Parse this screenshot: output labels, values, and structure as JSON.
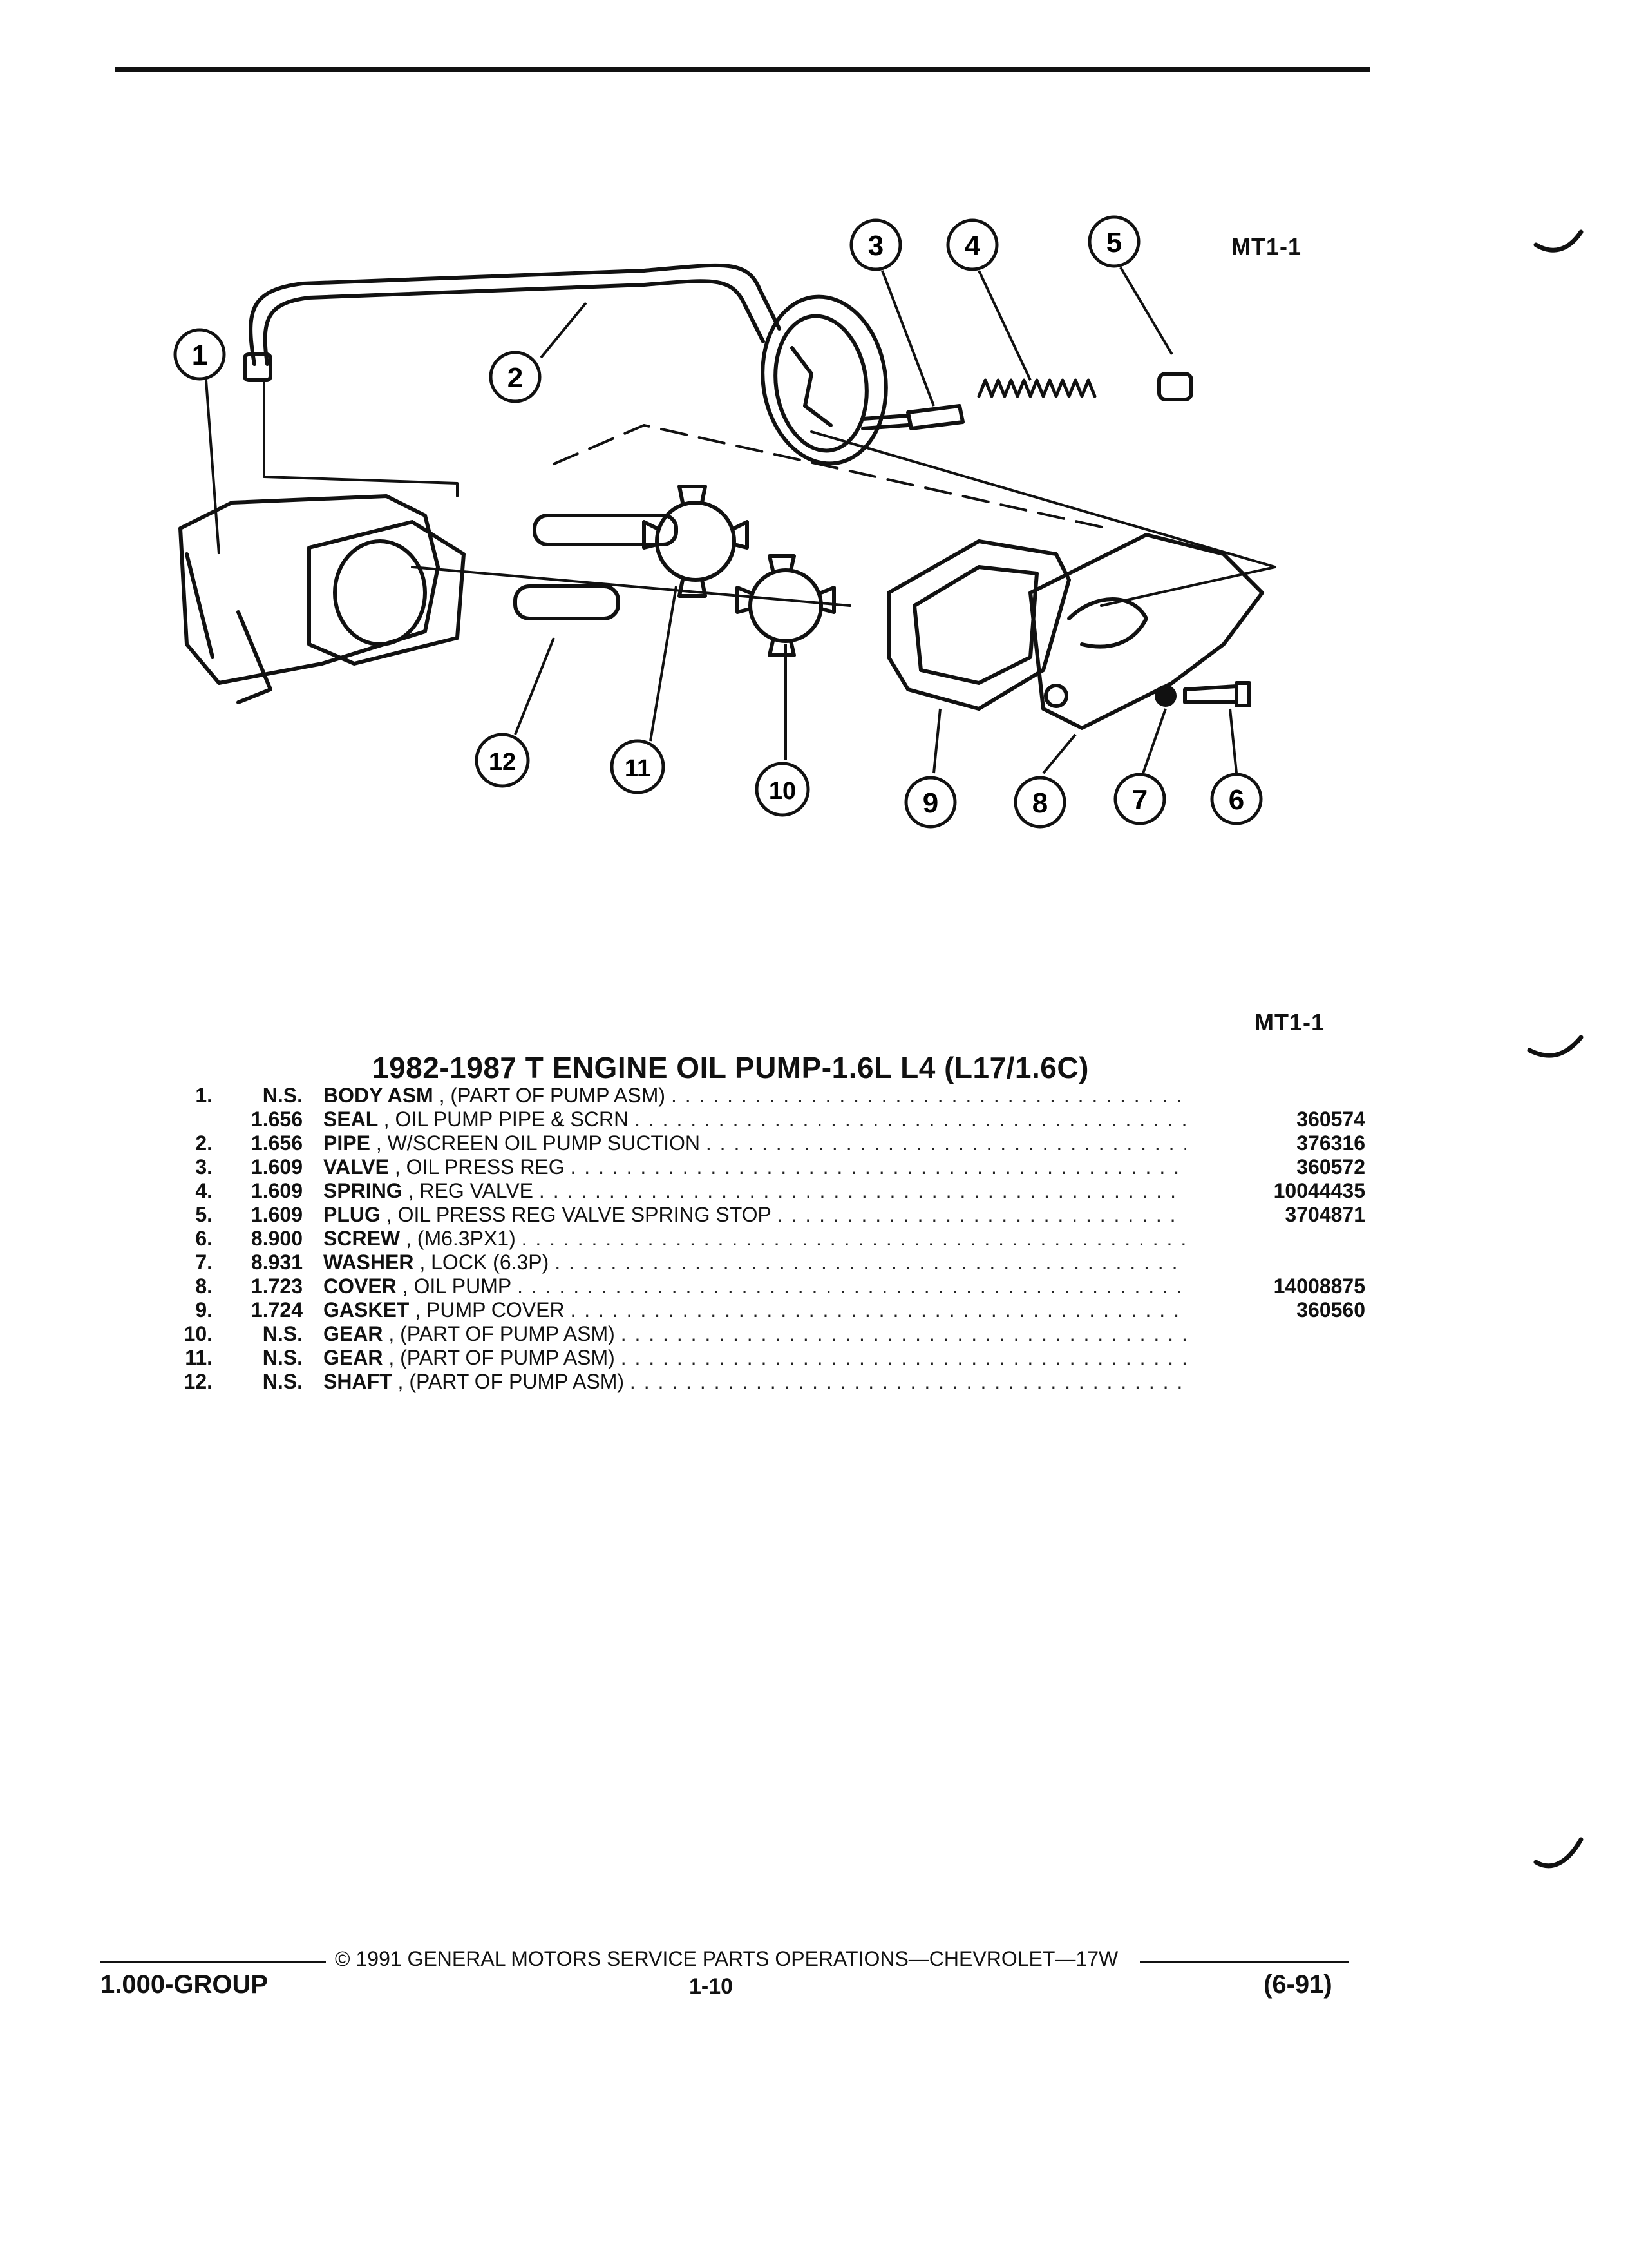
{
  "header": {
    "diagram_code": "MT1-1",
    "list_code": "MT1-1"
  },
  "diagram": {
    "callouts": [
      "1",
      "2",
      "3",
      "4",
      "5",
      "6",
      "7",
      "8",
      "9",
      "10",
      "11",
      "12"
    ]
  },
  "title": "1982-1987 T ENGINE OIL PUMP-1.6L L4 (L17/1.6C)",
  "parts": [
    {
      "num": "1.",
      "group": "N.S.",
      "name": "BODY ASM",
      "detail": ", (PART OF PUMP ASM)",
      "part_no": ""
    },
    {
      "num": "",
      "group": "1.656",
      "name": "SEAL",
      "detail": ", OIL PUMP PIPE & SCRN",
      "part_no": "360574"
    },
    {
      "num": "2.",
      "group": "1.656",
      "name": "PIPE",
      "detail": ", W/SCREEN OIL PUMP SUCTION",
      "part_no": "376316"
    },
    {
      "num": "3.",
      "group": "1.609",
      "name": "VALVE",
      "detail": ", OIL PRESS REG",
      "part_no": "360572"
    },
    {
      "num": "4.",
      "group": "1.609",
      "name": "SPRING",
      "detail": ", REG VALVE",
      "part_no": "10044435"
    },
    {
      "num": "5.",
      "group": "1.609",
      "name": "PLUG",
      "detail": ", OIL PRESS REG VALVE SPRING STOP",
      "part_no": "3704871"
    },
    {
      "num": "6.",
      "group": "8.900",
      "name": "SCREW",
      "detail": ", (M6.3PX1)",
      "part_no": ""
    },
    {
      "num": "7.",
      "group": "8.931",
      "name": "WASHER",
      "detail": ", LOCK (6.3P)",
      "part_no": ""
    },
    {
      "num": "8.",
      "group": "1.723",
      "name": "COVER",
      "detail": ", OIL PUMP",
      "part_no": "14008875"
    },
    {
      "num": "9.",
      "group": "1.724",
      "name": "GASKET",
      "detail": ", PUMP COVER",
      "part_no": "360560"
    },
    {
      "num": "10.",
      "group": "N.S.",
      "name": "GEAR",
      "detail": ", (PART OF PUMP ASM)",
      "part_no": ""
    },
    {
      "num": "11.",
      "group": "N.S.",
      "name": "GEAR",
      "detail": ", (PART OF PUMP ASM)",
      "part_no": ""
    },
    {
      "num": "12.",
      "group": "N.S.",
      "name": "SHAFT",
      "detail": ", (PART OF PUMP ASM)",
      "part_no": ""
    }
  ],
  "footer": {
    "copyright": "© 1991 GENERAL MOTORS SERVICE PARTS OPERATIONS—CHEVROLET—17W",
    "group": "1.000-GROUP",
    "page": "1-10",
    "date": "(6-91)"
  }
}
